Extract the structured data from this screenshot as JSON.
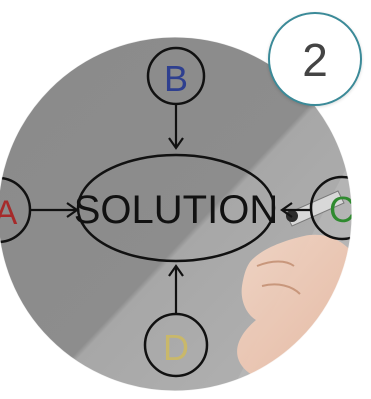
{
  "badge": {
    "number": "2"
  },
  "diagram": {
    "center_label": "SOLUTION",
    "nodes": {
      "a": "A",
      "b": "B",
      "c": "C",
      "d": "D"
    }
  },
  "colors": {
    "badge_border": "#3b8a98",
    "badge_text": "#444444",
    "node_b": "#2e3f8f",
    "node_c": "#2f8a2f",
    "node_d": "#c9b86a",
    "node_a": "#a62a2a",
    "ink": "#111111"
  }
}
